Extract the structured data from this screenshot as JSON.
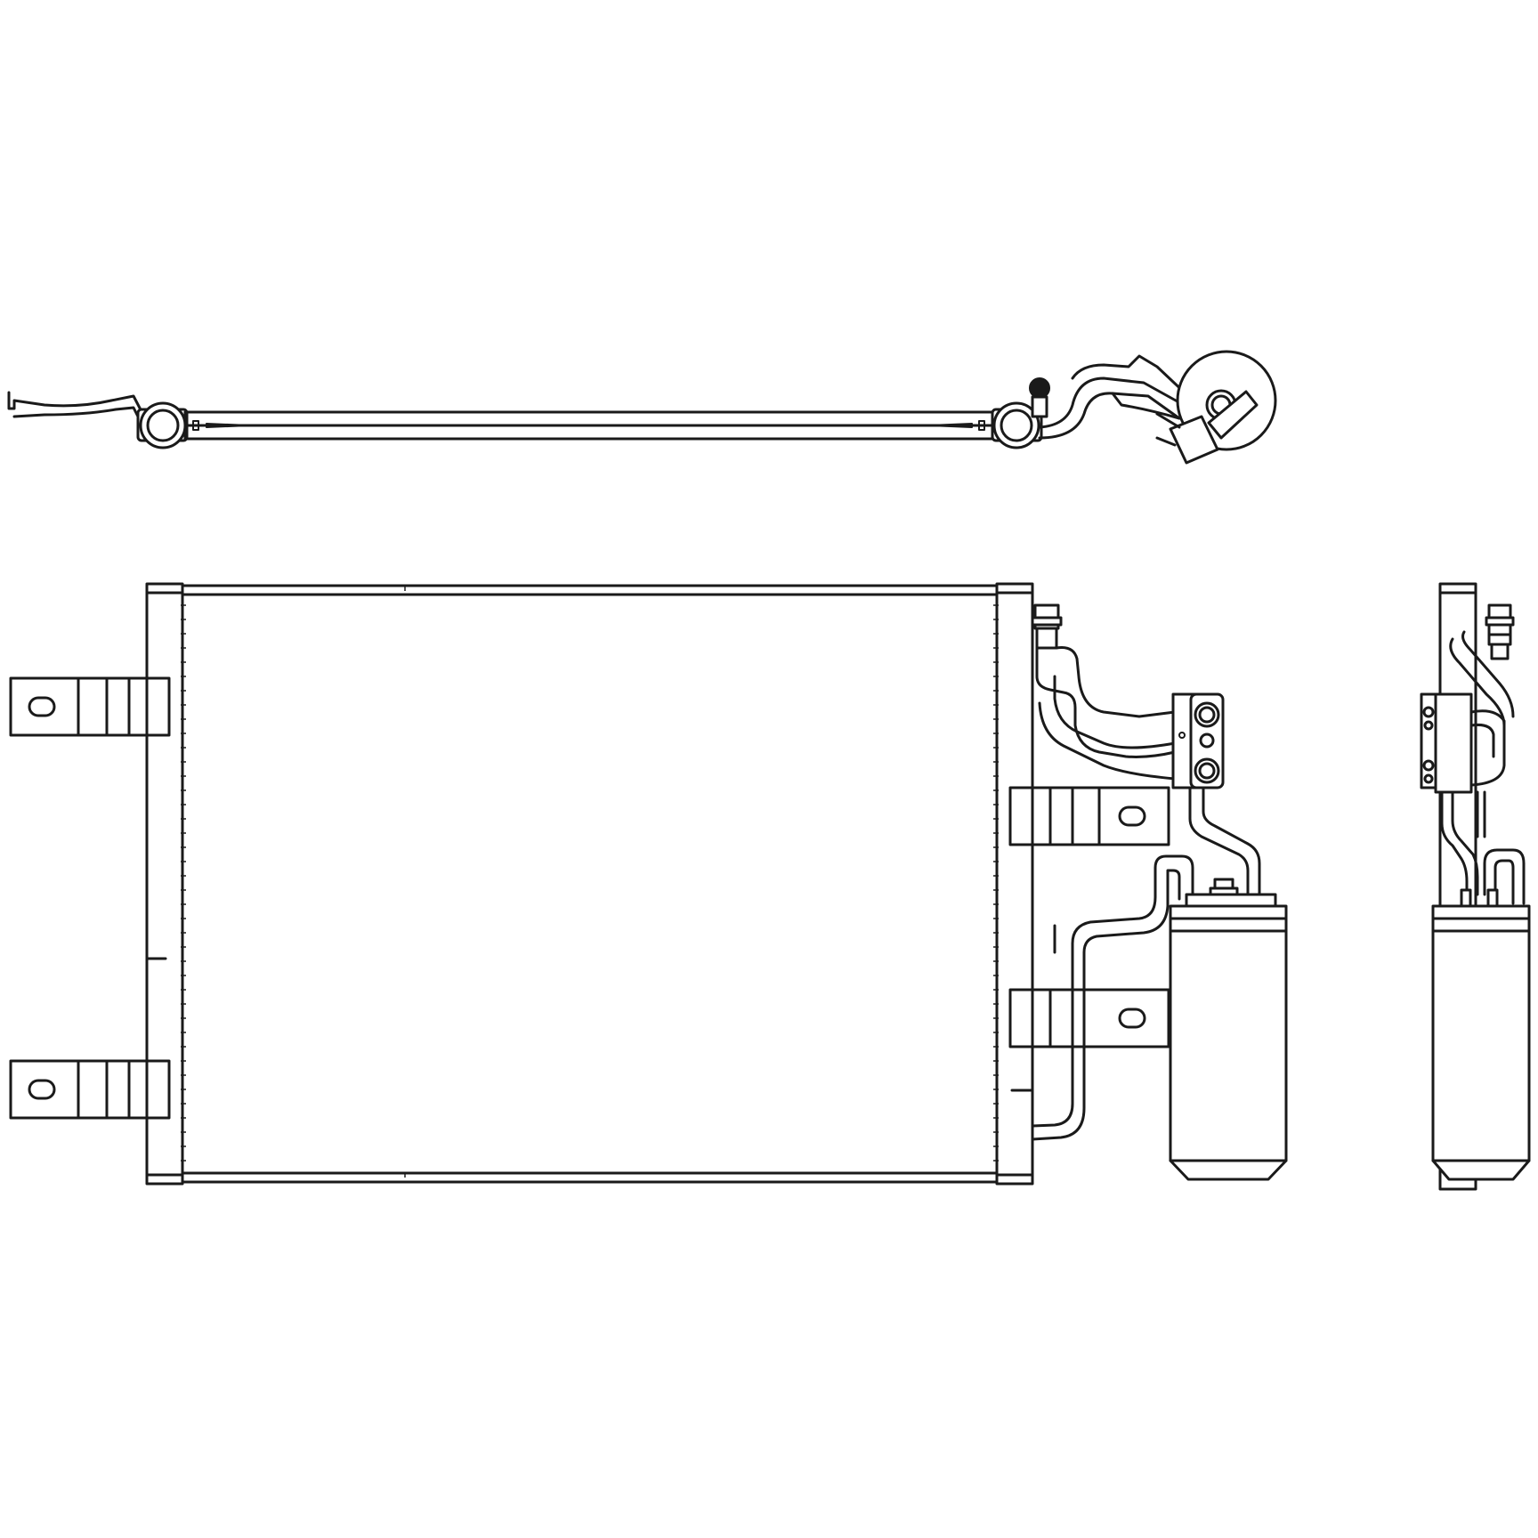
{
  "drawing": {
    "views": [
      "top-view",
      "front-view",
      "side-view"
    ],
    "line_color": "#1a1a1a",
    "background_color": "#ffffff",
    "components": [
      "condenser-core",
      "left-header-tank",
      "right-header-tank",
      "mounting-bracket",
      "refrigerant-pipe",
      "block-fitting",
      "receiver-drier",
      "service-port"
    ]
  }
}
